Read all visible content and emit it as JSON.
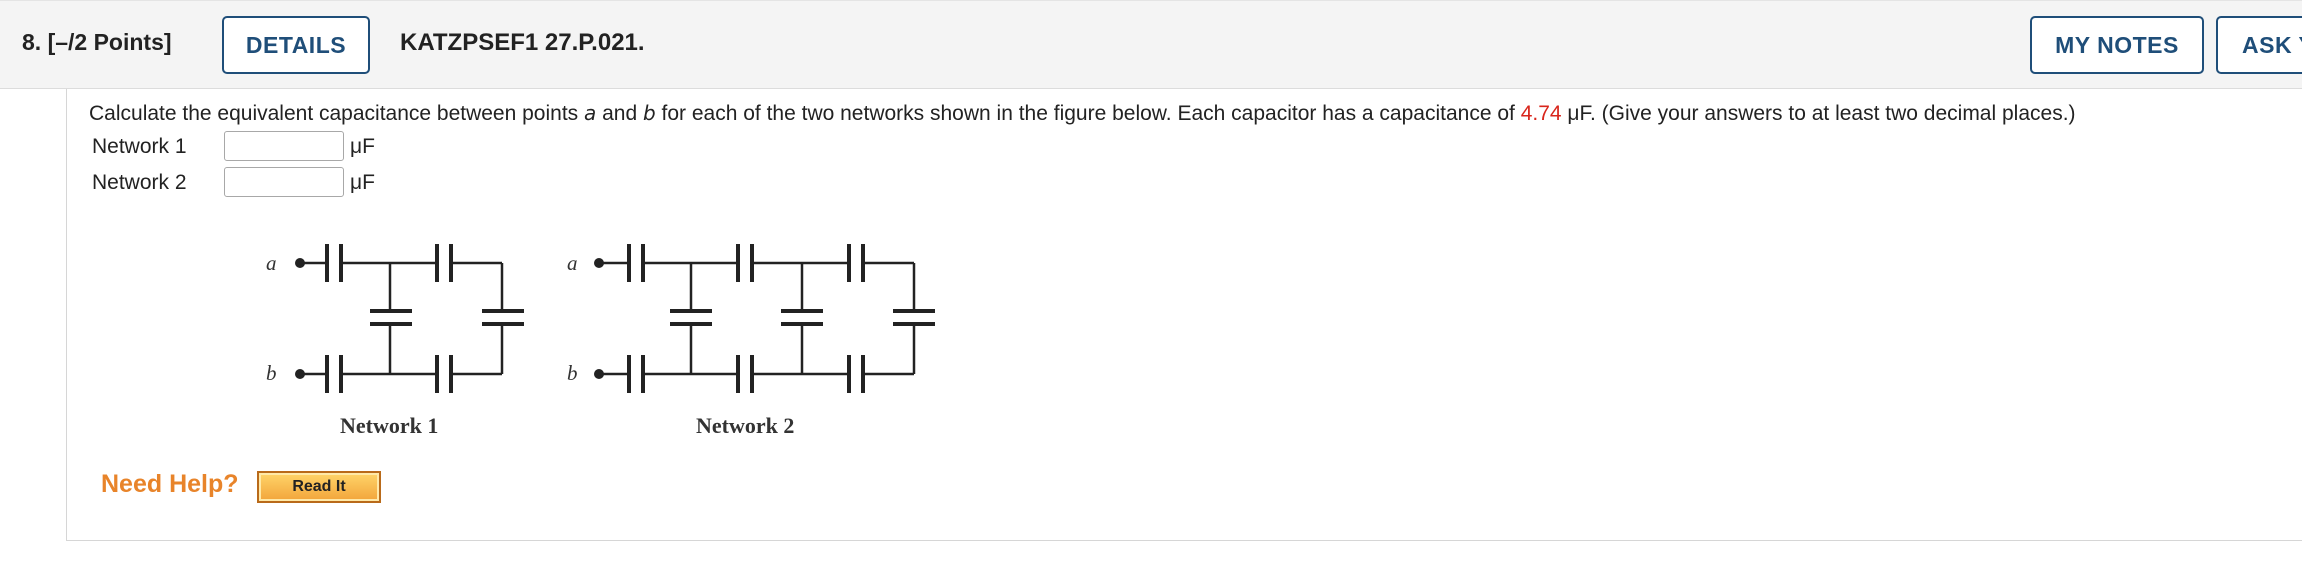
{
  "header": {
    "question_label": "8.  [–/2 Points]",
    "details_label": "DETAILS",
    "problem_id": "KATZPSEF1 27.P.021.",
    "my_notes_label": "MY NOTES",
    "ask_label": "ASK Y"
  },
  "question": {
    "part1": "Calculate the equivalent capacitance between points ",
    "point_a": "a",
    "part2": " and ",
    "point_b": "b",
    "part3": " for each of the two networks shown in the figure below. Each capacitor has a capacitance of ",
    "capacitance_value": "4.74",
    "part4": " μF. (Give your answers to at least two decimal places.)",
    "value_color": "#d9261c"
  },
  "answers": [
    {
      "label": "Network 1",
      "value": "",
      "unit": "μF"
    },
    {
      "label": "Network 2",
      "value": "",
      "unit": "μF"
    }
  ],
  "figure": {
    "network1": {
      "label_a": "a",
      "label_b": "b",
      "caption": "Network 1"
    },
    "network2": {
      "label_a": "a",
      "label_b": "b",
      "caption": "Network 2"
    }
  },
  "help": {
    "need_help_label": "Need Help?",
    "read_it_label": "Read It"
  },
  "colors": {
    "button_border": "#1f4e79",
    "need_help": "#e8842a",
    "header_bg": "#f4f4f4"
  }
}
